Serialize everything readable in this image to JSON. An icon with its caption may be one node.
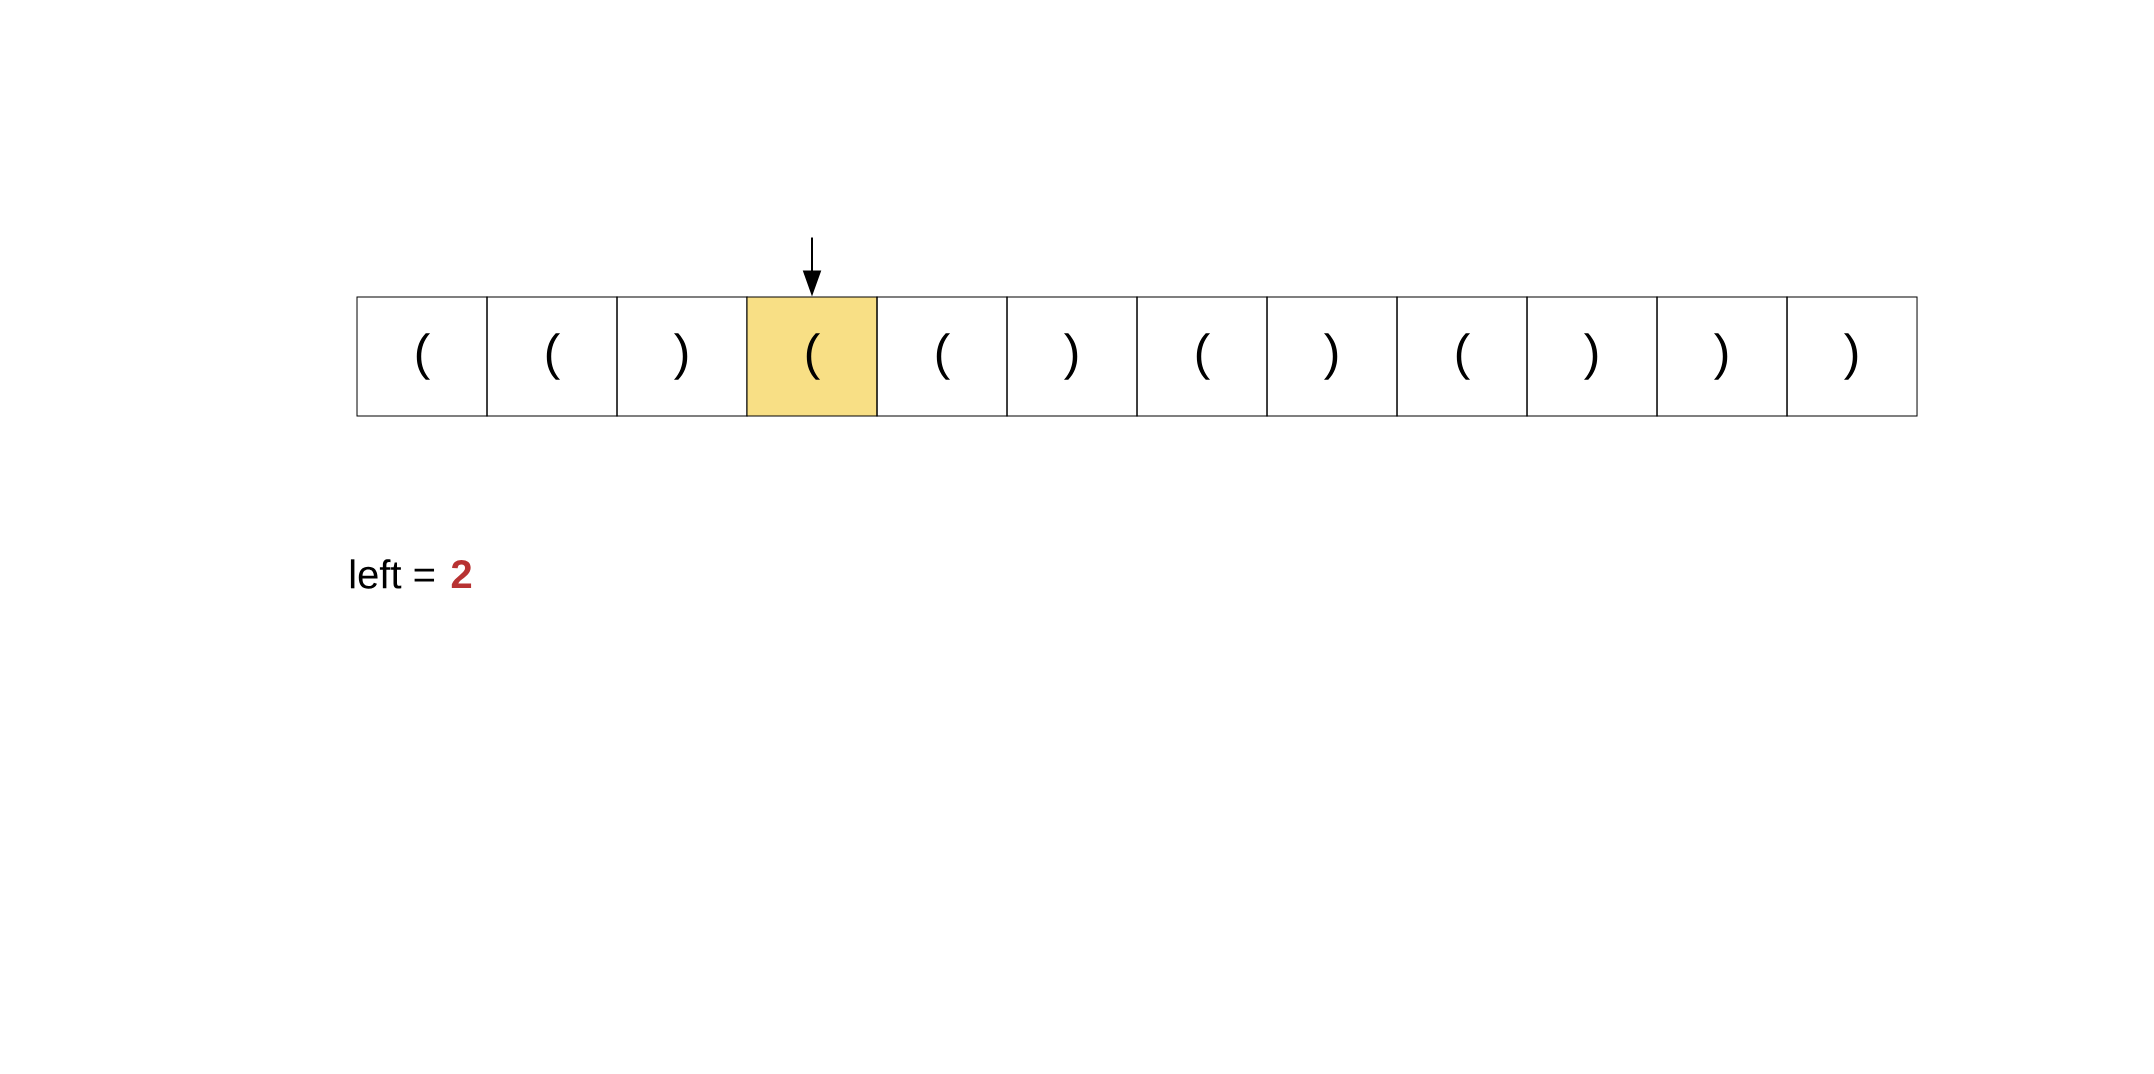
{
  "diagram": {
    "nodes": [
      {
        "text": [
          "("
        ]
      },
      {
        "text": [
          "("
        ]
      },
      {
        "text": [
          ")"
        ]
      },
      {
        "text": [
          "("
        ]
      },
      {
        "text": [
          "("
        ]
      },
      {
        "text": [
          ")"
        ]
      },
      {
        "text": [
          "("
        ]
      },
      {
        "text": [
          ")"
        ]
      },
      {
        "text": [
          "("
        ]
      },
      {
        "text": [
          ")"
        ]
      },
      {
        "text": [
          ")"
        ]
      },
      {
        "text": [
          ")"
        ]
      }
    ],
    "edges": [
      {
        "from": null,
        "to": 3,
        "arrow": "to"
      }
    ],
    "labels": [
      "left =",
      "2"
    ]
  }
}
